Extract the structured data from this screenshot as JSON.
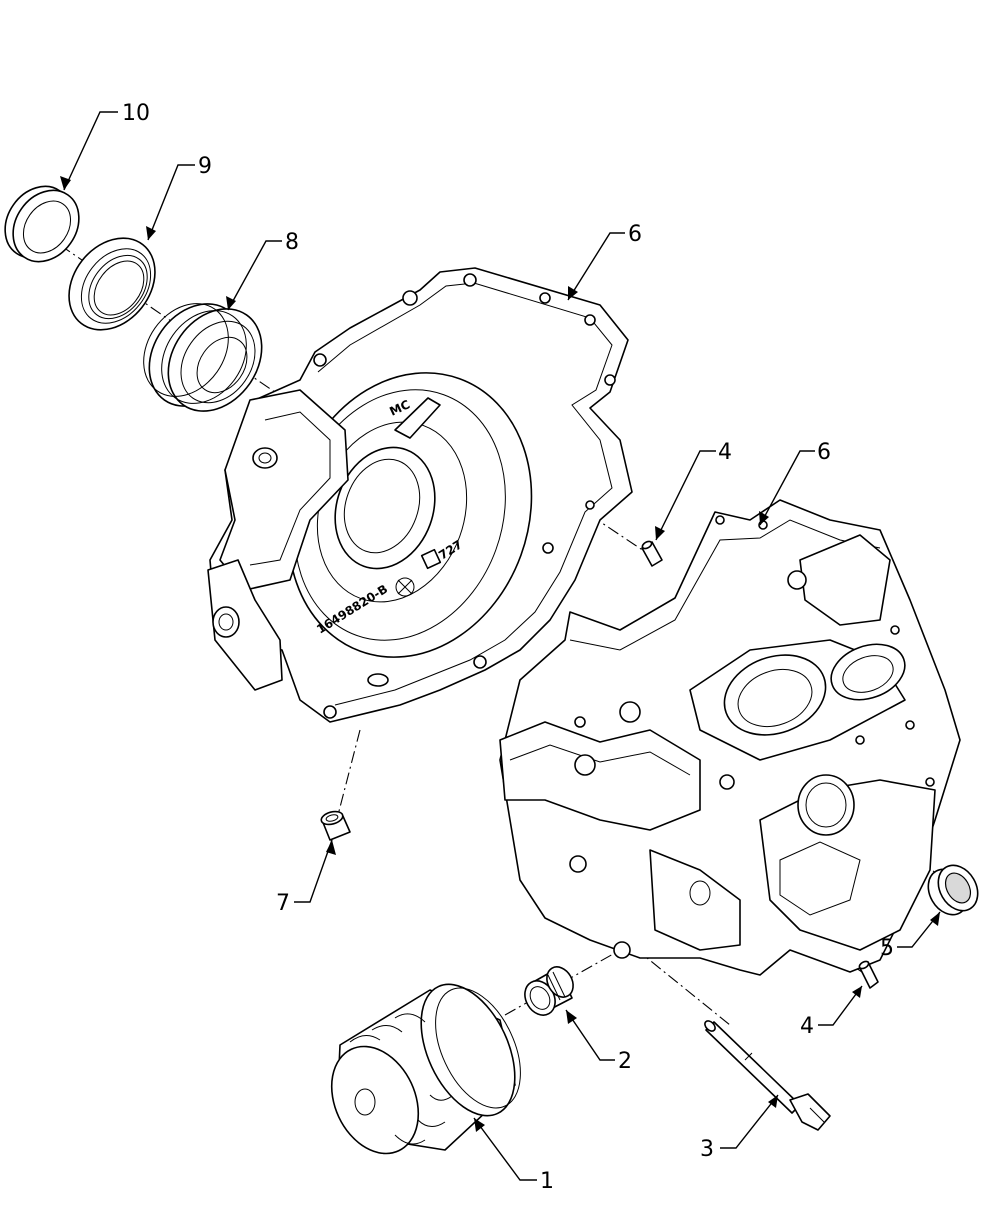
{
  "diagram": {
    "callouts": [
      {
        "id": "c10",
        "label": "10"
      },
      {
        "id": "c9",
        "label": "9"
      },
      {
        "id": "c8",
        "label": "8"
      },
      {
        "id": "c6a",
        "label": "6"
      },
      {
        "id": "c4a",
        "label": "4"
      },
      {
        "id": "c6b",
        "label": "6"
      },
      {
        "id": "c7",
        "label": "7"
      },
      {
        "id": "c5",
        "label": "5"
      },
      {
        "id": "c4b",
        "label": "4"
      },
      {
        "id": "c2",
        "label": "2"
      },
      {
        "id": "c3",
        "label": "3"
      },
      {
        "id": "c1",
        "label": "1"
      }
    ],
    "casting_marks": {
      "part_number": "16498820-B",
      "code": "727",
      "logo": "MC"
    }
  }
}
